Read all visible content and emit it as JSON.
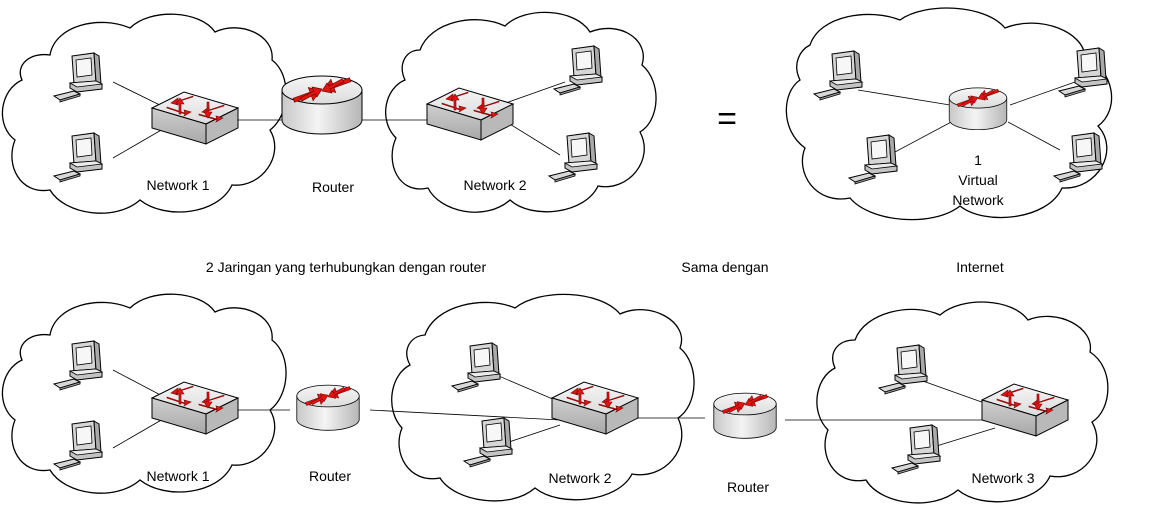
{
  "diagram": {
    "top": {
      "network_1": "Network 1",
      "router": "Router",
      "network_2": "Network 2",
      "equals": "=",
      "virtual_line1": "1",
      "virtual_line2": "Virtual",
      "virtual_line3": "Network"
    },
    "captions": {
      "left": "2 Jaringan yang terhubungkan dengan router",
      "middle": "Sama dengan",
      "right": "Internet"
    },
    "bottom": {
      "network_1": "Network 1",
      "router_1": "Router",
      "network_2": "Network 2",
      "router_2": "Router",
      "network_3": "Network 3"
    }
  },
  "colors": {
    "arrow": "#e11414",
    "device": "#d9d9d9",
    "outline": "#000000"
  },
  "icons": [
    "computer-icon",
    "switch-icon",
    "router-icon",
    "cloud-icon"
  ]
}
